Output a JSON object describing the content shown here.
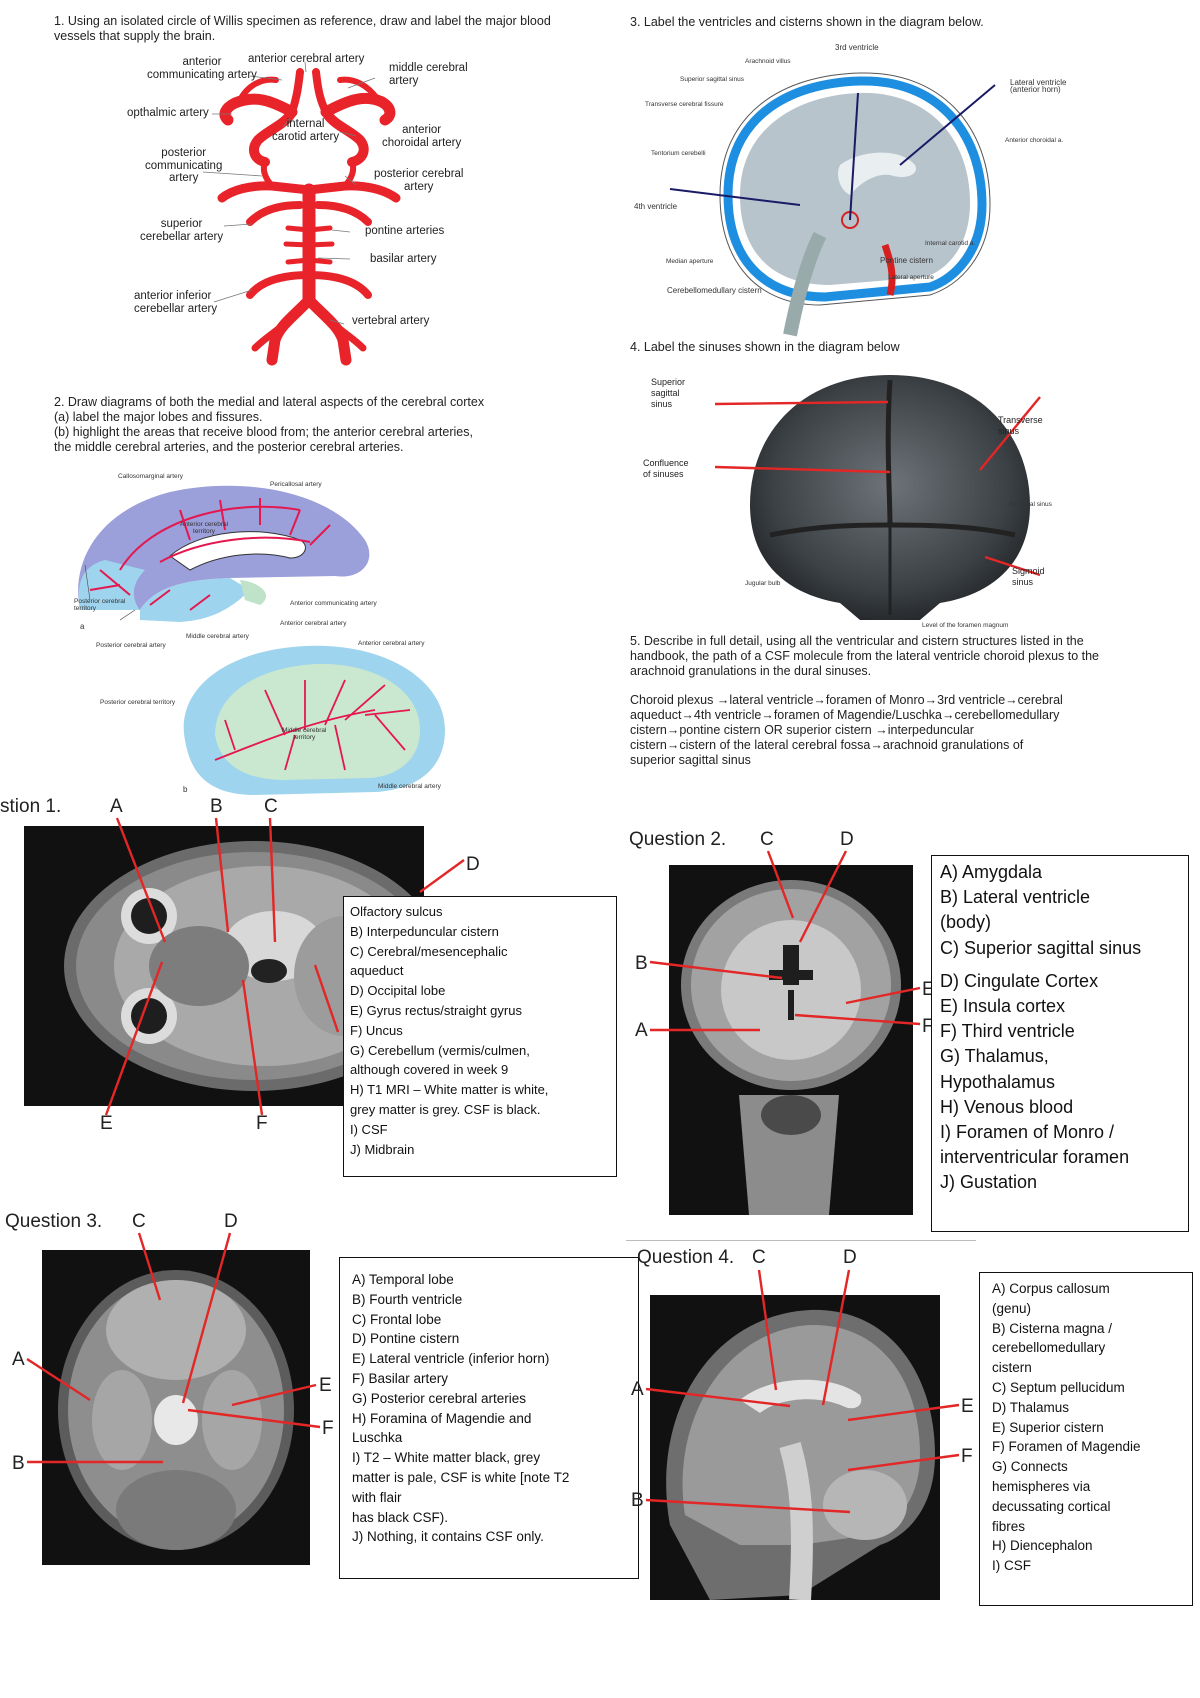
{
  "worksheet": {
    "q1": {
      "prompt": "1.  Using an isolated circle of Willis specimen as reference, draw and label the major blood vessels that supply the brain.",
      "labels": {
        "anterior_communicating": "anterior\ncommunicating artery",
        "anterior_cerebral": "anterior cerebral artery",
        "middle_cerebral": "middle cerebral\nartery",
        "opthalmic": "opthalmic artery",
        "internal_carotid": "internal\ncarotid artery",
        "anterior_choroidal": "anterior\nchoroidal artery",
        "posterior_communicating": "posterior\ncommunicating\nartery",
        "posterior_cerebral": "posterior cerebral\nartery",
        "superior_cerebellar": "superior\ncerebellar artery",
        "pontine": "pontine arteries",
        "basilar": "basilar artery",
        "anterior_inferior_cerebellar": "anterior inferior\ncerebellar artery",
        "vertebral": "vertebral artery"
      }
    },
    "q2": {
      "prompt_line1": "2. Draw diagrams of both the medial and lateral aspects of the cerebral cortex",
      "prompt_line2": "(a) label the major lobes and fissures.",
      "prompt_line3": "(b) highlight the areas that receive blood from; the anterior cerebral arteries,",
      "prompt_line4": "the middle cerebral arteries, and the posterior cerebral arteries.",
      "labels": {
        "callosomarginal": "Callosomarginal artery",
        "pericallosal": "Pericallosal artery",
        "anterior_cerebral_territory": "Anterior cerebral\nterritory",
        "posterior_cerebral_territory": "Posterior cerebral\nterritory",
        "anterior_communicating": "Anterior communicating artery",
        "anterior_cerebral": "Anterior cerebral artery",
        "middle_cerebral": "Middle cerebral artery",
        "posterior_cerebral": "Posterior cerebral artery",
        "anterior_cerebral_2": "Anterior cerebral artery",
        "posterior_cerebral_territory_2": "Posterior cerebral territory",
        "middle_cerebral_territory": "Middle cerebral\nterritory",
        "middle_cerebral_2": "Middle cerebral artery",
        "a_marker": "a",
        "b_marker": "b"
      }
    },
    "q3": {
      "prompt": "3. Label the ventricles and cisterns shown in the diagram below.",
      "labels": {
        "third": "3rd ventricle",
        "arachnoid": "Arachnoid villus",
        "sss": "Superior sagittal sinus",
        "transverse": "Transverse cerebral fissure",
        "tentorium": "Tentorium cerebelli",
        "fourth": "4th ventricle",
        "median": "Median aperture",
        "cerebellomedullary": "Cerebellomedullary cistern",
        "lateral_ventricle": "Lateral ventricle\n(anterior horn)",
        "anterior_choroidal": "Anterior choroidal a.",
        "internal_carotid": "Internal carotid a.",
        "pontine": "Pontine cistern",
        "lateral_aperture": "Lateral aperture"
      }
    },
    "q4": {
      "prompt": "4. Label the sinuses shown in the diagram below",
      "labels": {
        "superior_sagittal": "Superior\nsagittal\nsinus",
        "confluence": "Confluence\nof sinuses",
        "transverse": "Transverse\nsinus",
        "occipital": "Occipital sinus",
        "jugular": "Jugular bulb",
        "sigmoid": "Sigmoid\nsinus",
        "foramen_magnum": "Level of the foramen magnum"
      }
    },
    "q5": {
      "prompt": "5. Describe in full detail, using all the ventricular and cistern structures listed in the handbook, the path of a CSF molecule from the lateral ventricle choroid plexus to the arachnoid granulations in the dural sinuses.",
      "answer_l1": "Choroid plexus →lateral ventricle→foramen of Monro→3rd ventricle→cerebral",
      "answer_l2": "aqueduct→4th ventricle→foramen of Magendie/Luschka→cerebellomedullary",
      "answer_l3": "cistern→pontine cistern OR superior cistern →interpeduncular",
      "answer_l4": "cistern→cistern of the lateral cerebral fossa→arachnoid granulations of",
      "answer_l5": "superior sagittal sinus"
    }
  },
  "mri": {
    "question1": {
      "heading": "stion 1.",
      "letters": {
        "A": "A",
        "B": "B",
        "C": "C",
        "D": "D",
        "E": "E",
        "F": "F"
      },
      "answers": [
        "Olfactory sulcus",
        "B) Interpeduncular cistern",
        "C) Cerebral/mesencephalic",
        "aqueduct",
        "D) Occipital lobe",
        "E) Gyrus rectus/straight gyrus",
        "F) Uncus",
        "G) Cerebellum (vermis/culmen,",
        "although covered in week 9",
        "H) T1 MRI – White matter is white,",
        "grey matter is grey. CSF is black.",
        "I) CSF",
        "J) Midbrain"
      ]
    },
    "question2": {
      "heading": "Question 2.",
      "letters": {
        "A": "A",
        "B": "B",
        "C": "C",
        "D": "D",
        "E": "E",
        "F": "F"
      },
      "answers": [
        "A) Amygdala",
        "B) Lateral ventricle",
        "(body)",
        "C) Superior sagittal sinus",
        "",
        "D) Cingulate Cortex",
        "E) Insula cortex",
        "F) Third ventricle",
        "G) Thalamus,",
        "Hypothalamus",
        "H) Venous blood",
        "I) Foramen of Monro /",
        "interventricular foramen",
        "J) Gustation"
      ]
    },
    "question3": {
      "heading": "Question 3.",
      "letters": {
        "A": "A",
        "B": "B",
        "C": "C",
        "D": "D",
        "E": "E",
        "F": "F"
      },
      "answers": [
        "A) Temporal lobe",
        "B) Fourth ventricle",
        "C) Frontal lobe",
        "D) Pontine cistern",
        "E) Lateral ventricle (inferior horn)",
        "F) Basilar artery",
        "G) Posterior cerebral arteries",
        "H) Foramina of Magendie and",
        "Luschka",
        "I) T2 – White matter black, grey",
        "matter is pale, CSF is white [note T2",
        "with flair",
        "has black CSF).",
        "J) Nothing, it contains CSF only."
      ]
    },
    "question4": {
      "heading": "Question 4.",
      "letters": {
        "A": "A",
        "B": "B",
        "C": "C",
        "D": "D",
        "E": "E",
        "F": "F"
      },
      "answers": [
        "A) Corpus callosum",
        "(genu)",
        "B) Cisterna magna /",
        "cerebellomedullary",
        "cistern",
        "C) Septum pellucidum",
        "D) Thalamus",
        "E) Superior cistern",
        "F) Foramen of Magendie",
        "G) Connects",
        "hemispheres via",
        "decussating cortical",
        "fibres",
        "H) Diencephalon",
        "I) CSF"
      ]
    }
  }
}
